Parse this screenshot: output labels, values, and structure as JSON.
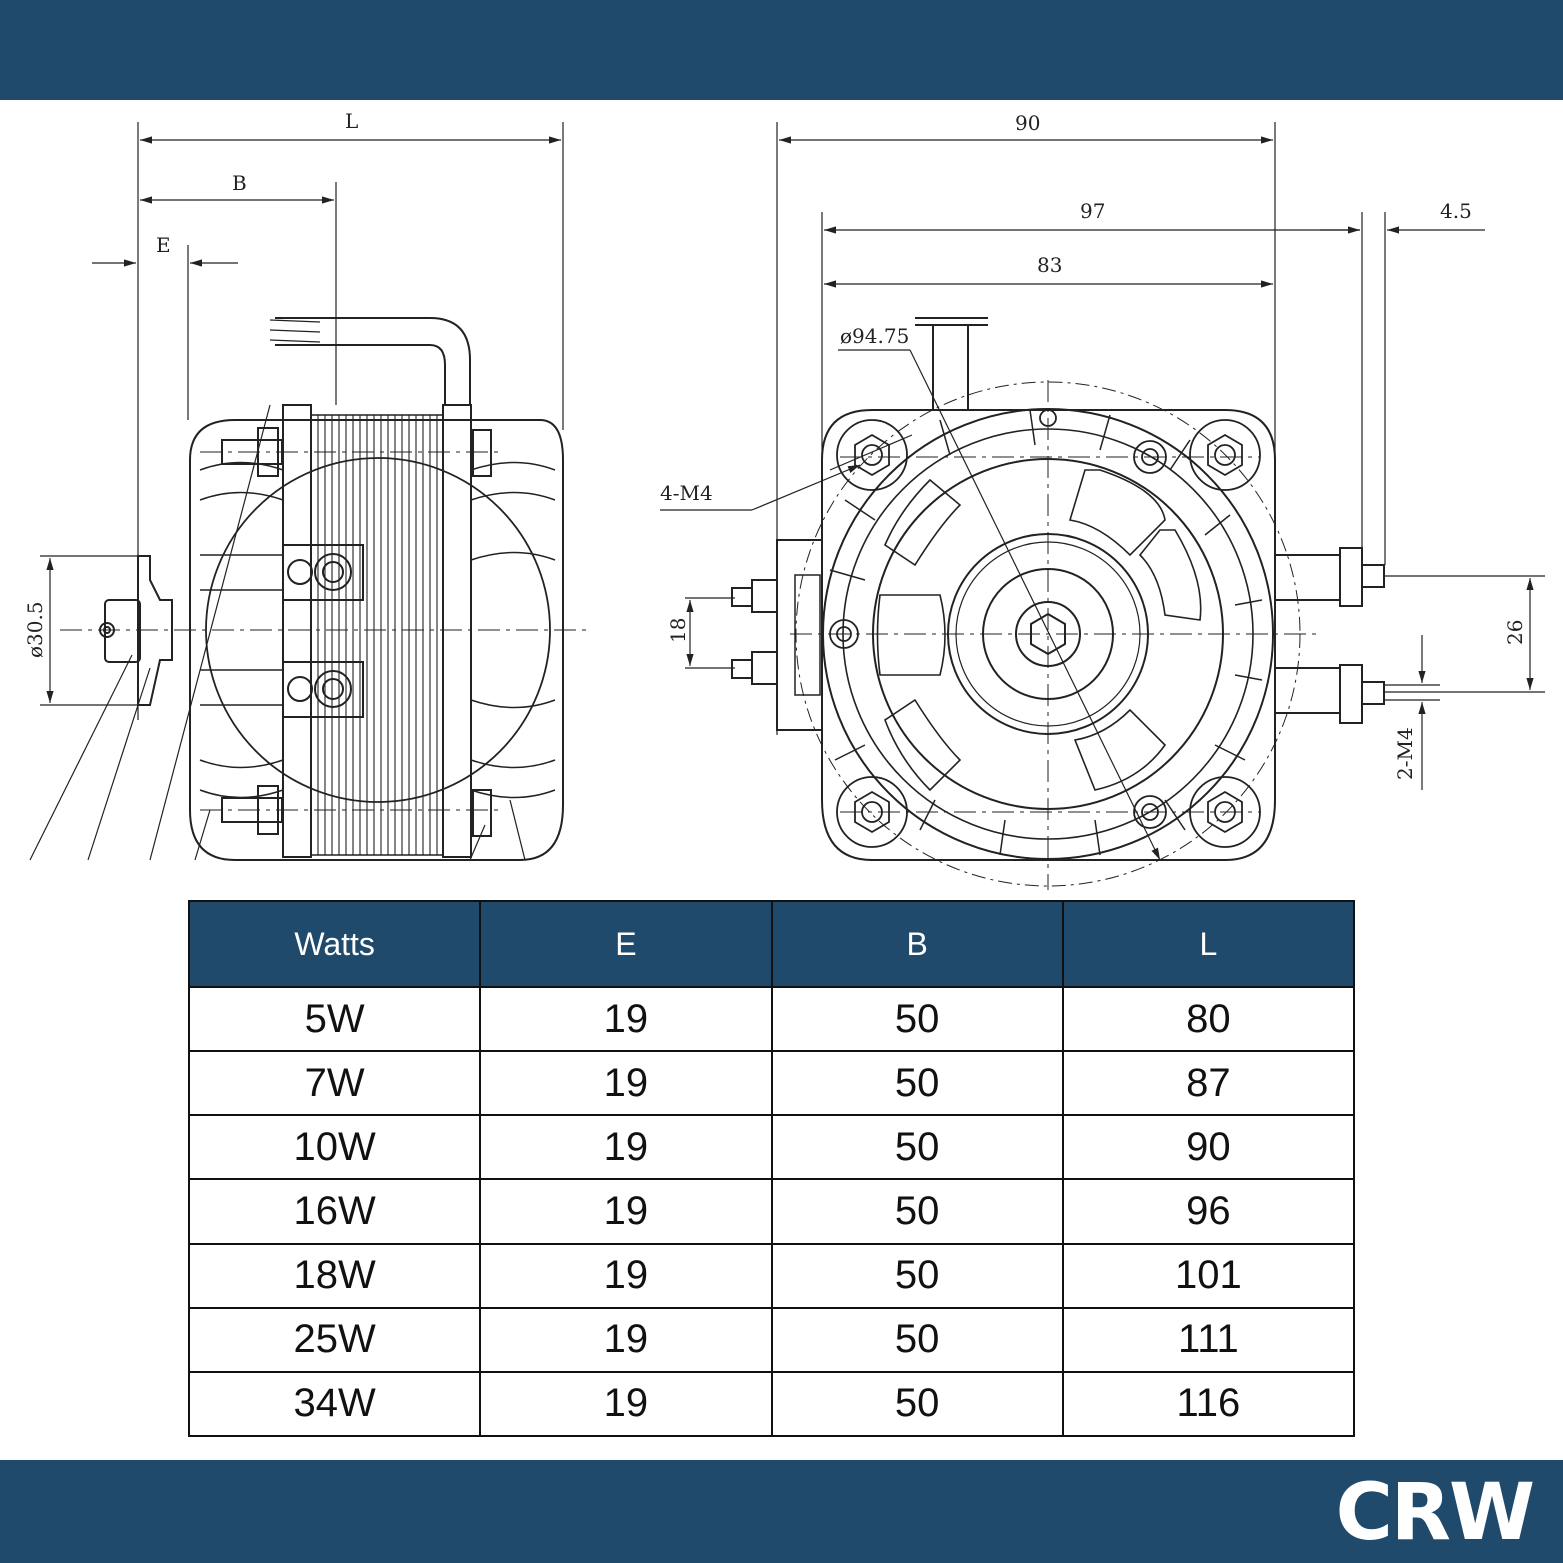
{
  "colors": {
    "banner": "#204a6b",
    "header": "#204a6b",
    "line": "#222222"
  },
  "logo": {
    "text": "CRW"
  },
  "side_view": {
    "labels": {
      "L": "L",
      "B": "B",
      "E": "E",
      "diameter": "ø30.5"
    }
  },
  "front_view": {
    "labels": {
      "d90": "90",
      "d97": "97",
      "d83": "83",
      "d45": "4.5",
      "diameter": "ø94.75",
      "mount": "4-M4",
      "d18": "18",
      "d26": "26",
      "terminal": "2-M4"
    }
  },
  "table": {
    "headers": [
      "Watts",
      "E",
      "B",
      "L"
    ],
    "rows": [
      [
        "5W",
        "19",
        "50",
        "80"
      ],
      [
        "7W",
        "19",
        "50",
        "87"
      ],
      [
        "10W",
        "19",
        "50",
        "90"
      ],
      [
        "16W",
        "19",
        "50",
        "96"
      ],
      [
        "18W",
        "19",
        "50",
        "101"
      ],
      [
        "25W",
        "19",
        "50",
        "111"
      ],
      [
        "34W",
        "19",
        "50",
        "116"
      ]
    ]
  }
}
